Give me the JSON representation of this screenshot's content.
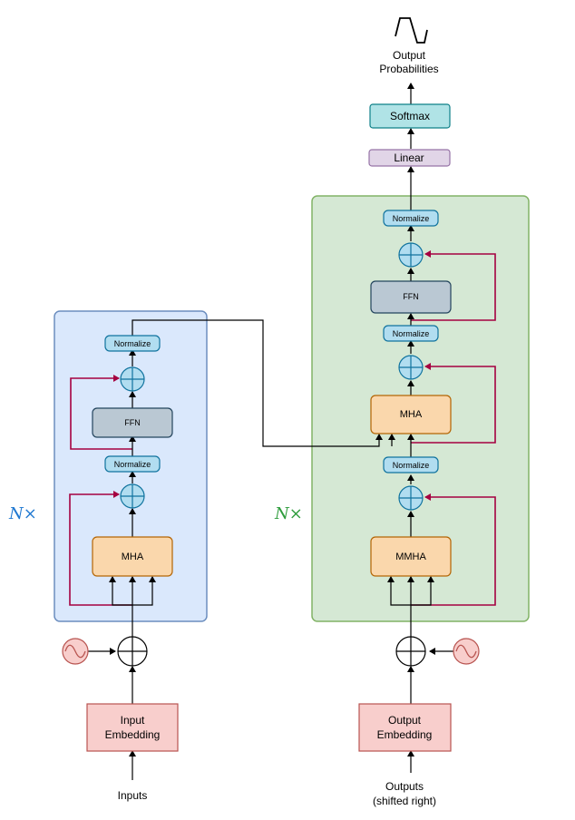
{
  "encoder": {
    "normalize_top": "Normalize",
    "ffn": "FFN",
    "normalize_bottom": "Normalize",
    "mha": "MHA",
    "repeat_label": "N×",
    "embedding_line1": "Input",
    "embedding_line2": "Embedding",
    "inputs_label": "Inputs"
  },
  "decoder": {
    "normalize_top": "Normalize",
    "ffn": "FFN",
    "normalize_mid": "Normalize",
    "mha": "MHA",
    "normalize_bottom": "Normalize",
    "mmha": "MMHA",
    "repeat_label": "N×",
    "embedding_line1": "Output",
    "embedding_line2": "Embedding",
    "outputs_line1": "Outputs",
    "outputs_line2": "(shifted right)"
  },
  "head": {
    "linear": "Linear",
    "softmax": "Softmax",
    "output_line1": "Output",
    "output_line2": "Probabilities"
  },
  "colors": {
    "encoder_bg": "#dae8fc",
    "encoder_border": "#6c8ebf",
    "decoder_bg": "#d5e8d4",
    "decoder_border": "#82b366",
    "mha_fill": "#fad7ac",
    "mha_border": "#b46504",
    "ffn_fill": "#bac8d3",
    "ffn_border": "#23445d",
    "normalize_fill": "#b1ddf0",
    "normalize_border": "#10739e",
    "embedding_fill": "#f8cecc",
    "embedding_border": "#b85450",
    "softmax_fill": "#b0e3e6",
    "softmax_border": "#0e8088",
    "linear_fill": "#e1d5e7",
    "linear_border": "#9673a6",
    "residual": "#a50040",
    "encoder_label": "#1f78d1",
    "decoder_label": "#2e9c3c"
  }
}
